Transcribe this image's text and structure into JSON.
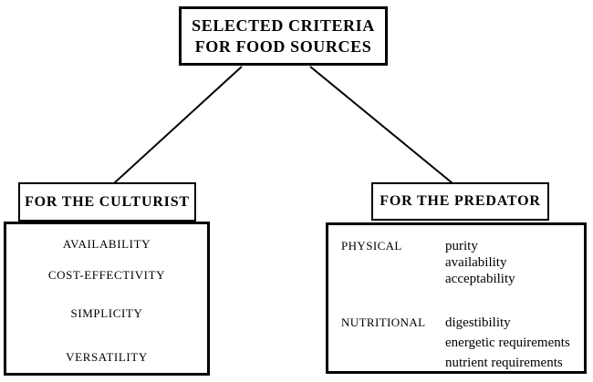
{
  "colors": {
    "ink": "#000000",
    "background": "#ffffff"
  },
  "title_box": {
    "line1": "SELECTED CRITERIA",
    "line2": "FOR FOOD SOURCES"
  },
  "left_panel": {
    "header": "FOR THE CULTURIST",
    "items": [
      "AVAILABILITY",
      "COST-EFFECTIVITY",
      "SIMPLICITY",
      "VERSATILITY"
    ]
  },
  "right_panel": {
    "header": "FOR THE PREDATOR",
    "groups": [
      {
        "label": "PHYSICAL",
        "items": [
          "purity",
          "availability",
          "acceptability"
        ]
      },
      {
        "label": "NUTRITIONAL",
        "items": [
          "digestibility",
          "energetic requirements",
          "nutrient requirements"
        ]
      }
    ]
  }
}
